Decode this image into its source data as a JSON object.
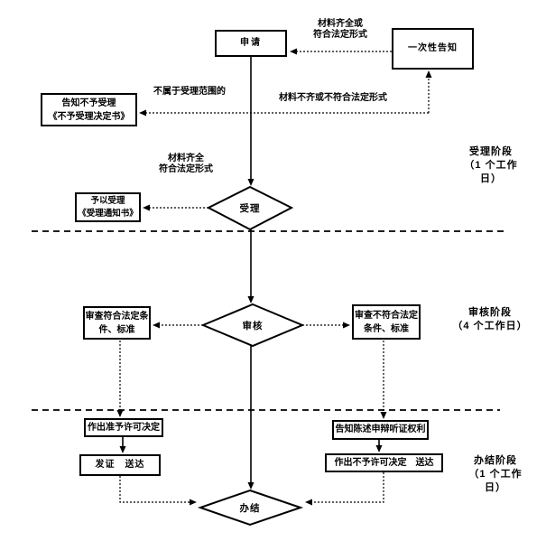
{
  "colors": {
    "line": "#000000",
    "background": "#ffffff",
    "text": "#000000"
  },
  "flowchart": {
    "boxes": {
      "apply": "申请",
      "one_time_notice": "一次性告知",
      "reject_notice": "告知不予受理\n《不予受理决定书》",
      "accept_notice": "予以受理\n《受理通知书》",
      "review_pass": "审查符合法定条\n件、标准",
      "review_fail": "审查不符合法定\n条件、标准",
      "grant_decision": "作出准予许可决定",
      "issue_deliver": "发证　送达",
      "hearing_notice": "告知陈述申辩听证权利",
      "deny_decision": "作出不予许可决定　送达"
    },
    "diamonds": {
      "accept": "受理",
      "review": "审核",
      "finish": "办结"
    },
    "edge_labels": {
      "material_complete_top": "材料齐全或\n符合法定形式",
      "out_of_scope": "不属于受理范围的",
      "material_incomplete": "材料不齐或不符合法定形式",
      "material_complete_mid": "材料齐全\n符合法定形式"
    },
    "stages": {
      "accept_stage": "受理阶段\n（1 个工作\n日）",
      "review_stage": "审核阶段\n（4 个工作日）",
      "finish_stage": "办结阶段\n（1 个工作\n日）"
    }
  }
}
